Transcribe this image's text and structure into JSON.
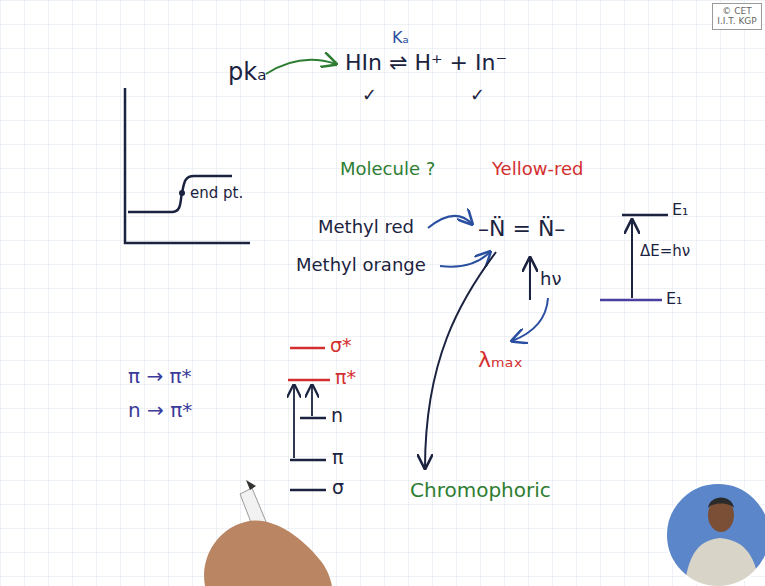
{
  "diagram": {
    "nodes": [
      {
        "text": [
          "© CET I.I.T. KGP"
        ]
      }
    ],
    "labels": [
      "pkₐ",
      "Kₐ",
      "HIn ⇌ H⁺ + In⁻",
      "✓",
      "✓",
      "end pt.",
      "Molecule ?",
      "Yellow-red",
      "Methyl red",
      "Methyl orange",
      "–N̈ = N̈–",
      "E₁",
      "ΔE=hν",
      "E₁",
      "hν",
      "λₘₐₓ",
      "σ*",
      "π*",
      "n",
      "π",
      "σ",
      "π → π*",
      "n → π*",
      "Chromophoric"
    ]
  }
}
